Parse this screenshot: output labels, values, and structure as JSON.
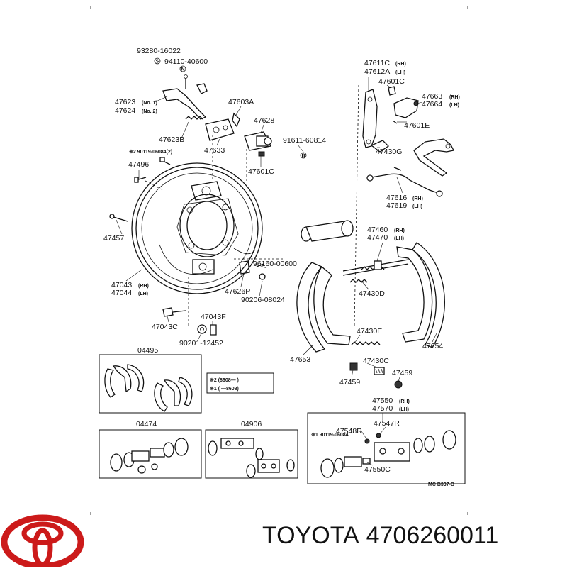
{
  "labels": {
    "p93280": "93280-16022",
    "p94110": "94110-40600",
    "p47623": "47623",
    "p47623_tag": "(No. 1)",
    "p47624": "47624",
    "p47624_tag": "(No. 2)",
    "p47603A": "47603A",
    "p47628": "47628",
    "p91611": "91611-60814",
    "p47623B": "47623B",
    "p47633": "47633",
    "p90119a": "※2 90119-06084(2)",
    "p47496": "47496",
    "p47601C_left": "47601C",
    "p47457": "47457",
    "p47043": "47043",
    "p47043_tag": "(RH)",
    "p47044": "47044",
    "p47044_tag": "(LH)",
    "p96160": "96160-00600",
    "p47626P": "47626P",
    "p90206": "90206-08024",
    "p47043C": "47043C",
    "p47043F": "47043F",
    "p90201": "90201-12452",
    "p47611C": "47611C",
    "p47611C_tag": "(RH)",
    "p47612A": "47612A",
    "p47612A_tag": "(LH)",
    "p47601C_right": "47601C",
    "p47663": "47663",
    "p47663_tag": "(RH)",
    "p47664": "47664",
    "p47664_tag": "(LH)",
    "p47601E": "47601E",
    "p47430G": "47430G",
    "p47616": "47616",
    "p47616_tag": "(RH)",
    "p47619": "47619",
    "p47619_tag": "(LH)",
    "p47460": "47460",
    "p47460_tag": "(RH)",
    "p47470": "47470",
    "p47470_tag": "(LH)",
    "p47430D": "47430D",
    "p47430E": "47430E",
    "p47653": "47653",
    "p47654": "47654",
    "p47430C": "47430C",
    "p47459a": "47459",
    "p47459b": "47459",
    "p47550": "47550",
    "p47550_tag": "(RH)",
    "p47570": "47570",
    "p47570_tag": "(LH)",
    "p47548R": "47548R",
    "p47547R": "47547R",
    "p90119b": "※1 90119-06084",
    "p47550C": "47550C",
    "p04495": "04495",
    "p04474": "04474",
    "p04906": "04906",
    "legend_1": "※2 (8608—          )",
    "legend_2": "※1 (          —8608)",
    "ref_code": "MC  B337-B"
  },
  "brand": {
    "name": "TOYOTA",
    "part_number": "4706260011",
    "logo_icon": "toyota-logo-icon",
    "logo_color": "#cc1a1a"
  }
}
